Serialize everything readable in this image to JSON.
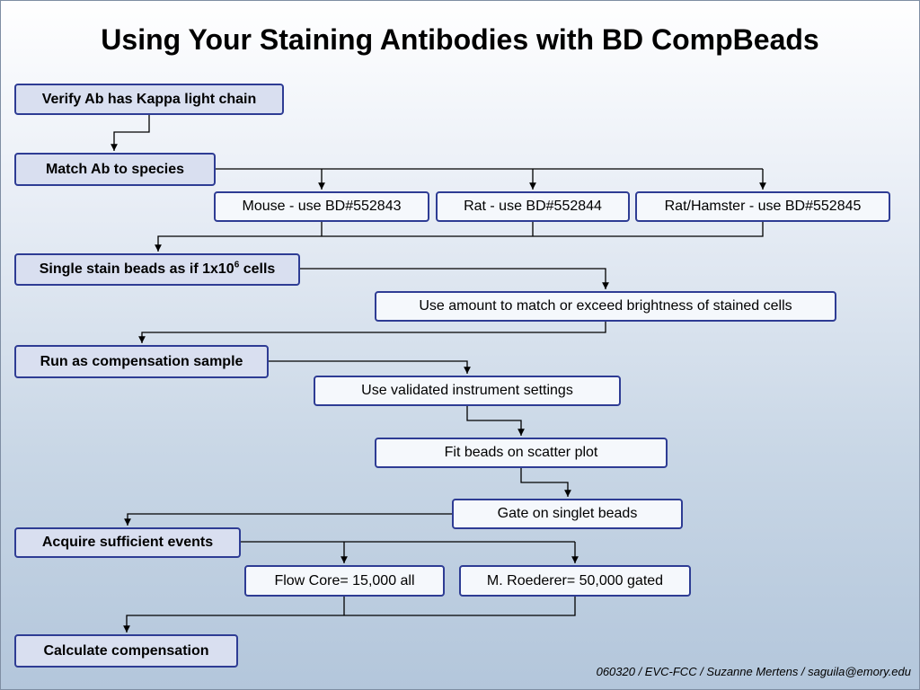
{
  "title": "Using Your Staining Antibodies with BD CompBeads",
  "steps": {
    "verify": "Verify Ab has Kappa light chain",
    "match": "Match Ab to species",
    "single_stain_prefix": "Single stain beads as if 1x10",
    "single_stain_exp": "6",
    "single_stain_suffix": " cells",
    "run": "Run as compensation sample",
    "acquire": "Acquire sufficient events",
    "calculate": "Calculate compensation"
  },
  "species": {
    "mouse": "Mouse - use BD#552843",
    "rat": "Rat - use BD#552844",
    "hamster": "Rat/Hamster - use BD#552845"
  },
  "amount": "Use amount to match or exceed brightness of stained cells",
  "run_substeps": {
    "instrument": "Use validated instrument settings",
    "scatter": "Fit beads on scatter plot",
    "singlet": "Gate on singlet beads"
  },
  "events": {
    "flow_core": "Flow Core= 15,000 all",
    "roederer": "M. Roederer= 50,000 gated"
  },
  "footer": "060320 / EVC-FCC / Suzanne Mertens / saguila@emory.edu",
  "colors": {
    "box_border": "#2e3c94",
    "step_fill": "#d9dff0",
    "sub_fill": "#f5f8fc"
  }
}
